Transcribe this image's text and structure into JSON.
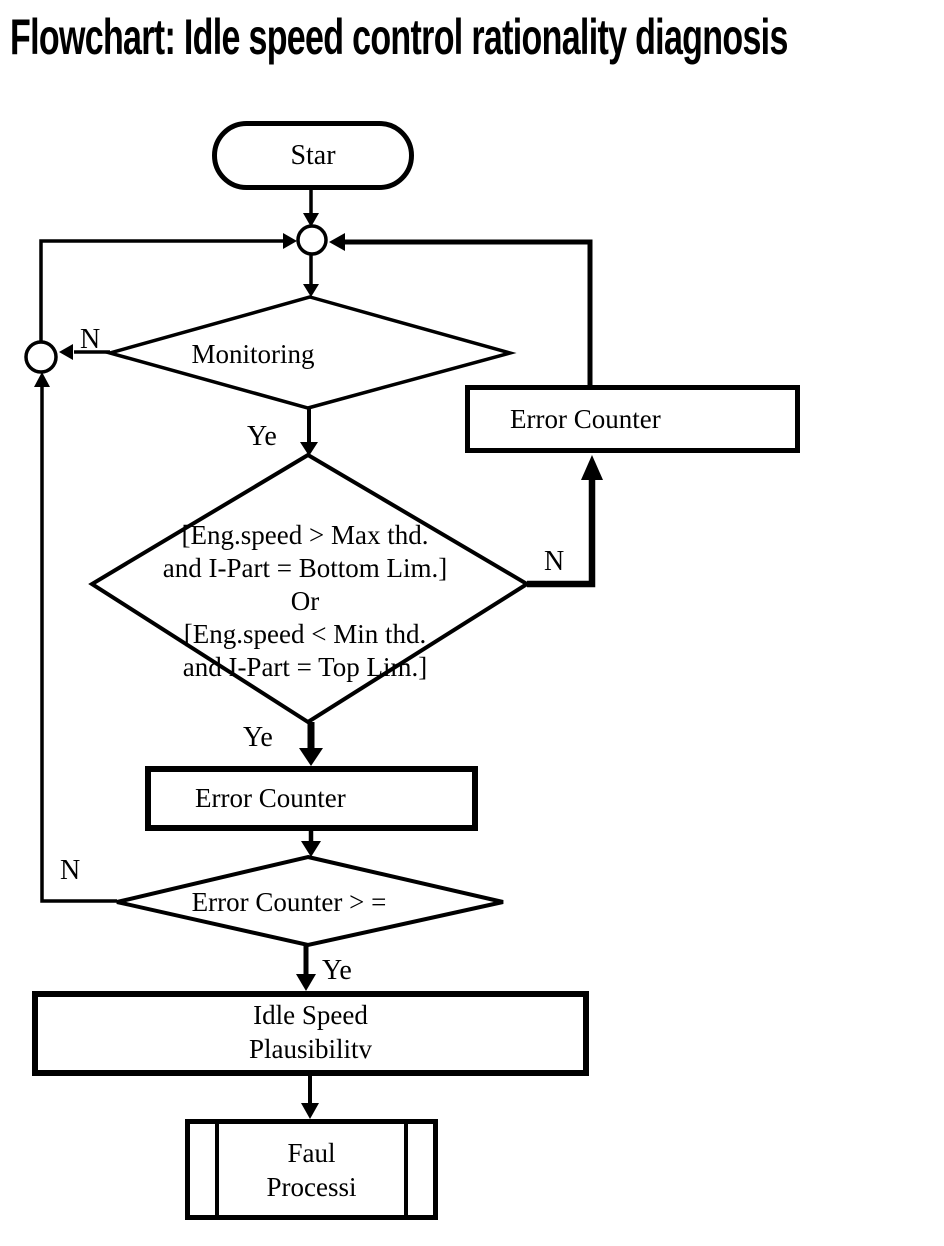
{
  "title": "Flowchart: Idle speed control rationality diagnosis",
  "colors": {
    "ink": "#000000",
    "background": "#ffffff"
  },
  "nodes": {
    "start": {
      "type": "terminator",
      "label": "Star"
    },
    "monitoring": {
      "type": "decision",
      "label": "Monitoring"
    },
    "condition": {
      "type": "decision",
      "lines": [
        "[Eng.speed > Max thd.",
        "and I-Part = Bottom Lim.]",
        "Or",
        "[Eng.speed < Min thd.",
        "and I-Part = Top Lim.]"
      ]
    },
    "error_counter_upper": {
      "type": "process",
      "label": "Error Counter"
    },
    "error_counter_lower": {
      "type": "process",
      "label": "Error Counter"
    },
    "error_counter_check": {
      "type": "decision",
      "label": "Error Counter > ="
    },
    "idle_speed_plausibility": {
      "type": "process",
      "lines": [
        "Idle Speed",
        "Plausibilitv"
      ]
    },
    "fault_processing": {
      "type": "predefined_process",
      "lines": [
        "Faul",
        "Processi"
      ]
    }
  },
  "edge_labels": {
    "monitoring_no": "N",
    "monitoring_yes": "Ye",
    "condition_no": "N",
    "condition_yes": "Ye",
    "check_no": "N",
    "check_yes": "Ye"
  }
}
